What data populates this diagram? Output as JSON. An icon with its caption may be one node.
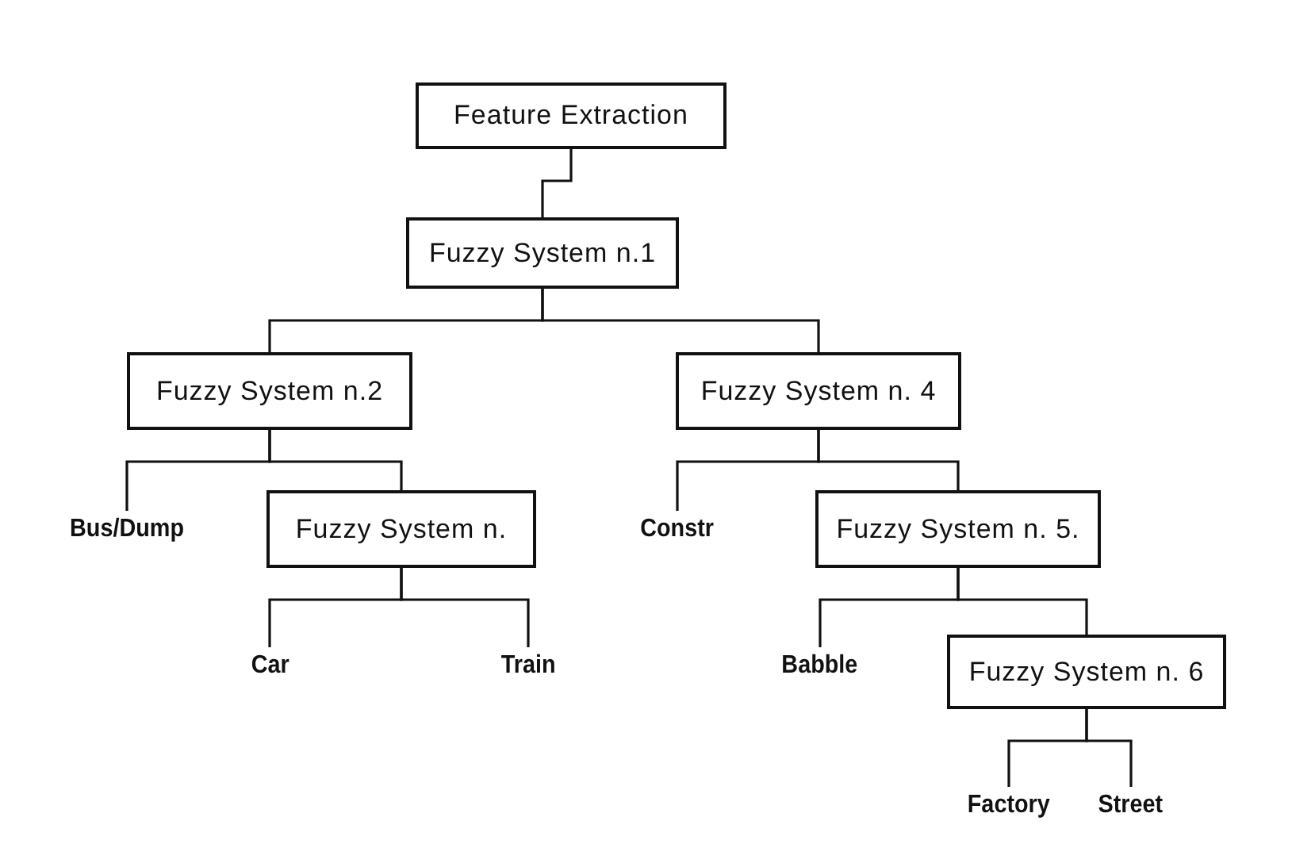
{
  "diagram": {
    "nodes": [
      {
        "text": [
          "Feature Extraction"
        ]
      },
      {
        "text": [
          "Fuzzy System n.1"
        ]
      },
      {
        "text": [
          "Fuzzy System n.2"
        ]
      },
      {
        "text": [
          "Fuzzy System n. 4"
        ]
      },
      {
        "text": [
          "Bus/Dump"
        ]
      },
      {
        "text": [
          "Fuzzy System n."
        ]
      },
      {
        "text": [
          "Constr"
        ]
      },
      {
        "text": [
          "Fuzzy System n. 5."
        ]
      },
      {
        "text": [
          "Car"
        ]
      },
      {
        "text": [
          "Train"
        ]
      },
      {
        "text": [
          "Babble"
        ]
      },
      {
        "text": [
          "Fuzzy System n. 6"
        ]
      },
      {
        "text": [
          "Factory"
        ]
      },
      {
        "text": [
          "Street"
        ]
      }
    ],
    "edges": [
      {
        "from": 0,
        "to": 1,
        "arrow": "none"
      },
      {
        "from": 1,
        "to": 2,
        "arrow": "none"
      },
      {
        "from": 1,
        "to": 3,
        "arrow": "none"
      },
      {
        "from": 2,
        "to": 4,
        "arrow": "none"
      },
      {
        "from": 2,
        "to": 5,
        "arrow": "none"
      },
      {
        "from": 3,
        "to": 6,
        "arrow": "none"
      },
      {
        "from": 3,
        "to": 7,
        "arrow": "none"
      },
      {
        "from": 5,
        "to": 8,
        "arrow": "none"
      },
      {
        "from": 5,
        "to": 9,
        "arrow": "none"
      },
      {
        "from": 7,
        "to": 10,
        "arrow": "none"
      },
      {
        "from": 7,
        "to": 11,
        "arrow": "none"
      },
      {
        "from": 11,
        "to": 12,
        "arrow": "none"
      },
      {
        "from": 11,
        "to": 13,
        "arrow": "none"
      }
    ]
  }
}
